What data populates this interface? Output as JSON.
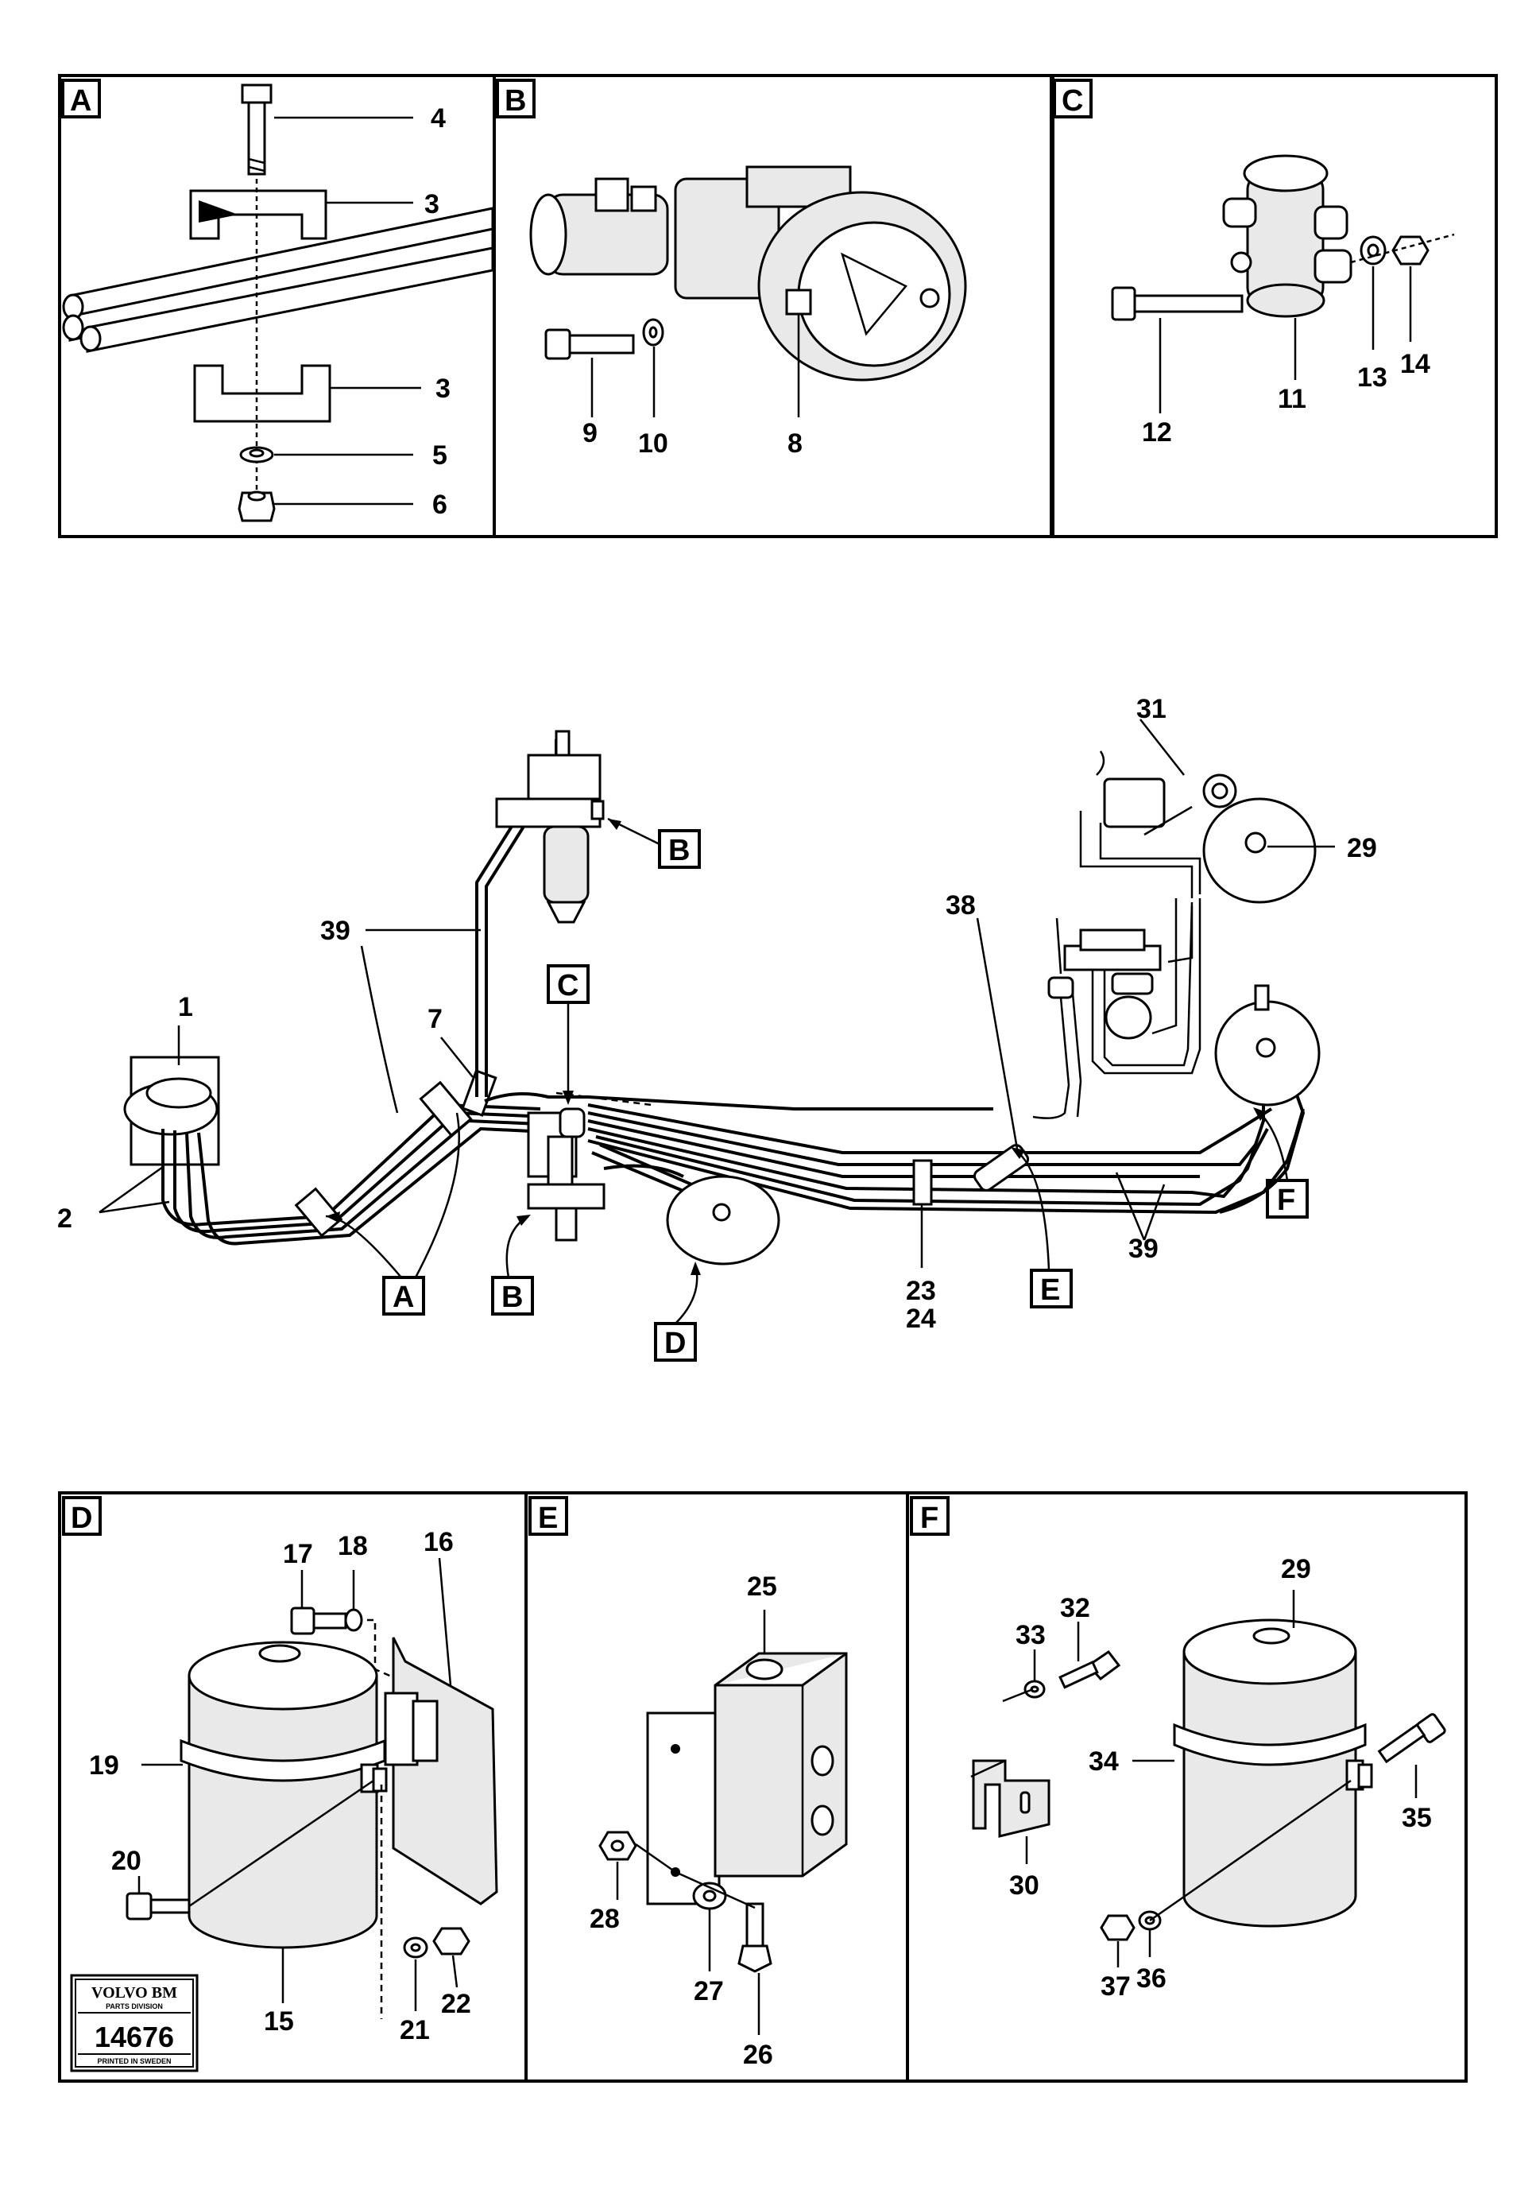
{
  "panels": [
    {
      "id": "A",
      "label": "A"
    },
    {
      "id": "B",
      "label": "B"
    },
    {
      "id": "C",
      "label": "C"
    },
    {
      "id": "D",
      "label": "D"
    },
    {
      "id": "E",
      "label": "E"
    },
    {
      "id": "F",
      "label": "F"
    }
  ],
  "callouts_main": [
    "A",
    "B",
    "B",
    "C",
    "D",
    "E",
    "F"
  ],
  "part_numbers": {
    "p1": "1",
    "p2": "2",
    "p3a": "3",
    "p3b": "3",
    "p4": "4",
    "p5": "5",
    "p6": "6",
    "p7": "7",
    "p8": "8",
    "p9": "9",
    "p10": "10",
    "p11": "11",
    "p12": "12",
    "p13": "13",
    "p14": "14",
    "p15": "15",
    "p16": "16",
    "p17": "17",
    "p18": "18",
    "p19": "19",
    "p20": "20",
    "p21": "21",
    "p22": "22",
    "p23": "23",
    "p24": "24",
    "p25": "25",
    "p26": "26",
    "p27": "27",
    "p28": "28",
    "p29a": "29",
    "p29b": "29",
    "p30": "30",
    "p31": "31",
    "p32": "32",
    "p33": "33",
    "p34": "34",
    "p35": "35",
    "p36": "36",
    "p37": "37",
    "p38": "38",
    "p39a": "39",
    "p39b": "39"
  },
  "logo": {
    "brand": "VOLVO BM",
    "division": "PARTS DIVISION",
    "number": "14676",
    "printed": "PRINTED IN SWEDEN"
  }
}
